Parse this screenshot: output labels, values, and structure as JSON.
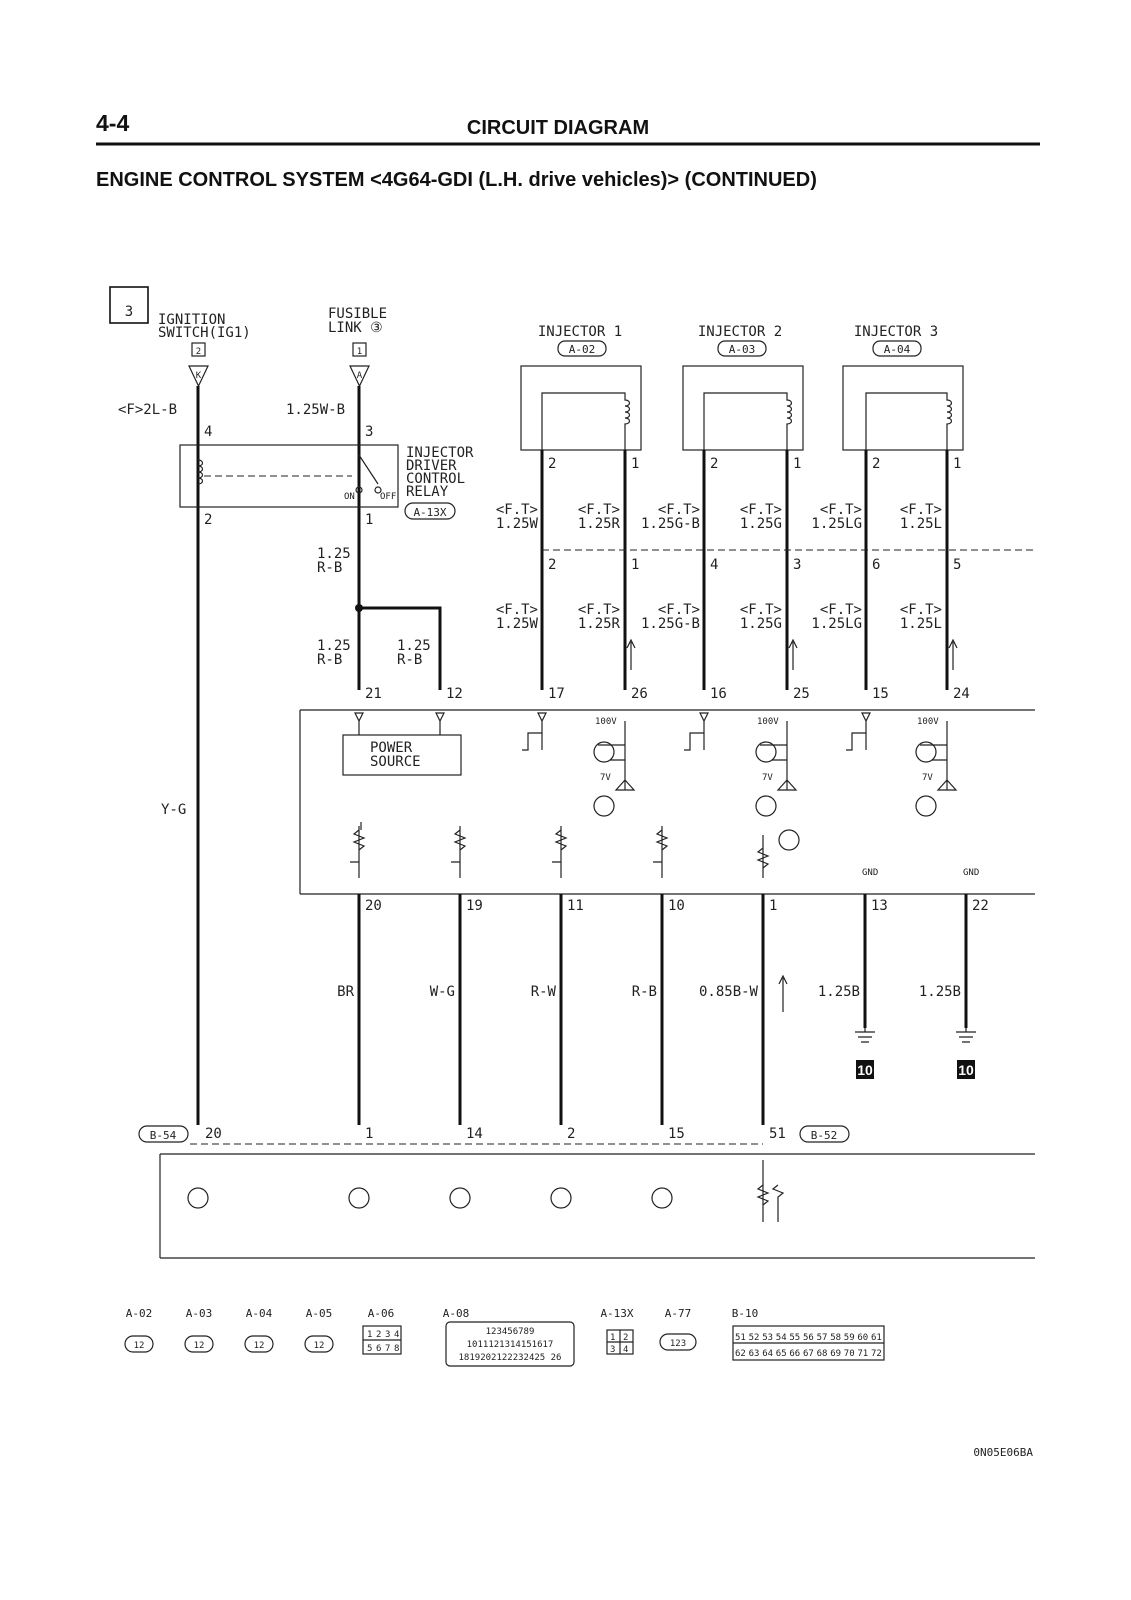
{
  "header": {
    "page": "4-4",
    "section": "CIRCUIT DIAGRAM",
    "subtitle": "ENGINE CONTROL SYSTEM <4G64-GDI (L.H. drive vehicles)> (CONTINUED)"
  },
  "diagram": {
    "sheet_no": "3",
    "ignition": {
      "line1": "IGNITION",
      "line2": "SWITCH(IG1)",
      "pin": "2",
      "terminal": "K",
      "wire": "<F>2L-B",
      "wire_bottom": "Y-G"
    },
    "fusible": {
      "line1": "FUSIBLE",
      "line2": "LINK ③",
      "pin": "1",
      "terminal": "A",
      "wire": "1.25W-B"
    },
    "relay": {
      "name1": "INJECTOR",
      "name2": "DRIVER",
      "name3": "CONTROL",
      "name4": "RELAY",
      "conn": "A-13X",
      "on": "ON",
      "off": "OFF",
      "pins": [
        "4",
        "3",
        "2",
        "1"
      ],
      "wire_out": "1.25",
      "wire_out2": "R-B"
    },
    "branch_wires": [
      {
        "size": "1.25",
        "color": "R-B",
        "pin": "21"
      },
      {
        "size": "1.25",
        "color": "R-B",
        "pin": "12"
      }
    ],
    "power_source": {
      "line1": "POWER",
      "line2": "SOURCE"
    },
    "injectors": [
      {
        "name": "INJECTOR 1",
        "conn": "A-02",
        "pins": [
          "2",
          "1"
        ],
        "mid": [
          "2",
          "1"
        ],
        "ecu": [
          "17",
          "26"
        ],
        "wires": [
          "1.25W",
          "1.25R"
        ]
      },
      {
        "name": "INJECTOR 2",
        "conn": "A-03",
        "pins": [
          "2",
          "1"
        ],
        "mid": [
          "4",
          "3"
        ],
        "ecu": [
          "16",
          "25"
        ],
        "wires": [
          "1.25G-B",
          "1.25G"
        ]
      },
      {
        "name": "INJECTOR 3",
        "conn": "A-04",
        "pins": [
          "2",
          "1"
        ],
        "mid": [
          "6",
          "5"
        ],
        "ecu": [
          "15",
          "24"
        ],
        "wires": [
          "1.25LG",
          "1.25L"
        ]
      }
    ],
    "ft": "<F.T>",
    "ecu_labels": {
      "v100": "100V",
      "v7": "7V",
      "gnd": "GND"
    },
    "bottom_wires": [
      {
        "pin": "20",
        "color": "BR",
        "lower": "1"
      },
      {
        "pin": "19",
        "color": "W-G",
        "lower": "14"
      },
      {
        "pin": "11",
        "color": "R-W",
        "lower": "2"
      },
      {
        "pin": "10",
        "color": "R-B",
        "lower": "15"
      },
      {
        "pin": "1",
        "color": "0.85B-W",
        "lower": "51"
      },
      {
        "pin": "13",
        "color": "1.25B"
      },
      {
        "pin": "22",
        "color": "1.25B"
      }
    ],
    "ground_no": "10",
    "lower_conn": {
      "left": "B-54",
      "left_pin": "20",
      "right": "B-52"
    },
    "connectors": [
      "A-02",
      "A-03",
      "A-04",
      "A-05",
      "A-06",
      "A-08",
      "A-13X",
      "A-77",
      "B-10"
    ],
    "conn_pins": {
      "two": "12",
      "a06": [
        "1",
        "2",
        "3",
        "4",
        "5",
        "6",
        "7",
        "8"
      ],
      "a08_rows": [
        "123456789",
        "1011121314151617",
        "1819202122232425 26"
      ],
      "a13x": [
        "1",
        "2",
        "3",
        "4"
      ],
      "a77": "123",
      "b10_rows": [
        [
          "51",
          "52",
          "53",
          "54",
          "55",
          "56",
          "57",
          "58",
          "59",
          "60",
          "61"
        ],
        [
          "62",
          "63",
          "64",
          "65",
          "66",
          "67",
          "68",
          "69",
          "70",
          "71",
          "72"
        ]
      ]
    },
    "figure_id": "0N05E06BA"
  }
}
